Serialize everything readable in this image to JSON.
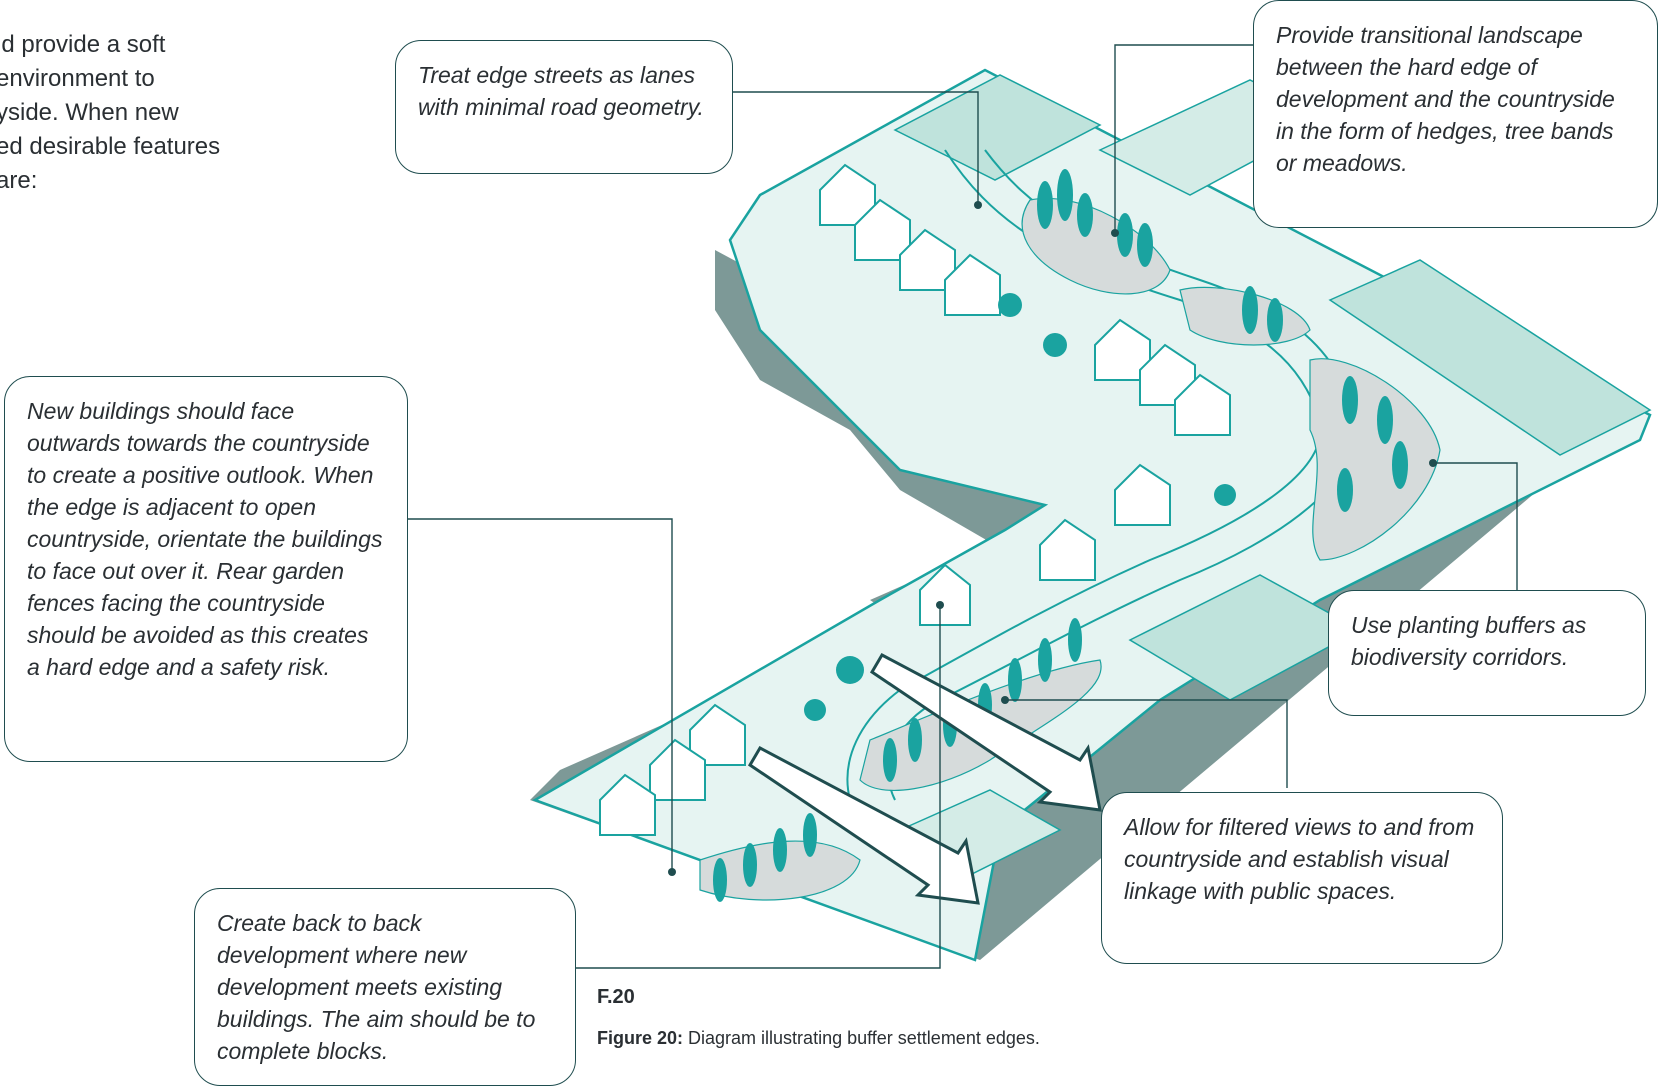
{
  "intro_text": "ld provide a soft\n environment to\nyside. When new\ned desirable features\n are:",
  "callouts": {
    "edge_streets": "Treat edge streets as lanes with minimal road geometry.",
    "transitional_landscape": "Provide transitional landscape between the hard edge of development and the countryside in the form of hedges, tree bands or meadows.",
    "face_outwards": "New buildings should face outwards towards the countryside to create a positive outlook. When the edge is adjacent to open countryside, orientate the buildings to face out over it. Rear garden fences facing the countryside should be avoided as this creates a hard edge and a safety risk.",
    "planting_buffers": "Use planting buffers as biodiversity corridors.",
    "filtered_views": "Allow for filtered views to and from countryside and establish visual linkage with public spaces.",
    "back_to_back": "Create back to back development where new development meets existing buildings. The aim should be to complete blocks."
  },
  "figure": {
    "number": "F.20",
    "caption_bold": "Figure 20:",
    "caption_text": " Diagram illustrating buffer settlement edges."
  },
  "colors": {
    "teal": "#1aa3a0",
    "dark_teal": "#1f4d4f",
    "light_fill": "#e6f4f2",
    "mid_fill": "#bfe3dc",
    "shadow": "#7d9997",
    "grey_patch": "#d6dbdb"
  }
}
